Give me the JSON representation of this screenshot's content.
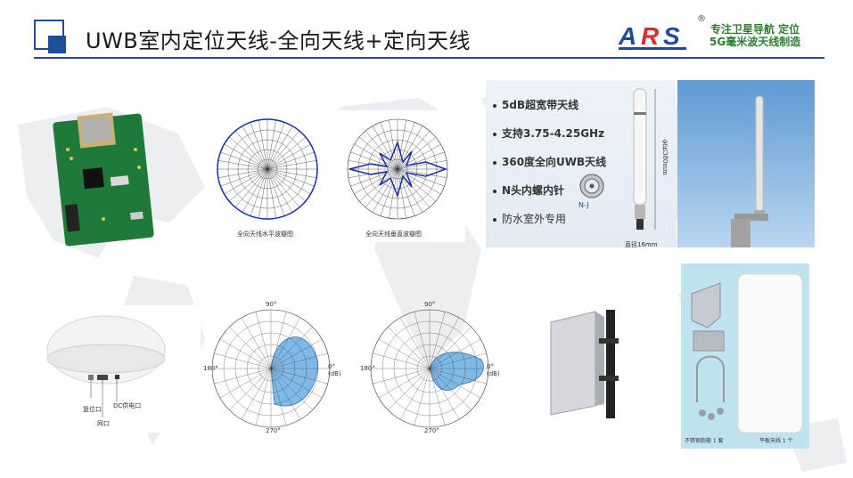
{
  "header": {
    "title": "UWB室内定位天线-全向天线+定向天线",
    "logo_text": "ARS",
    "registered_mark": "®",
    "slogan_line1": "专注卫星导航 定位",
    "slogan_line2": "5G毫米波天线制造"
  },
  "top_row": {
    "pattern_captions": [
      "全向天线水平波瓣图",
      "全向天线垂直波瓣图"
    ],
    "specs": [
      "5dB超宽带天线",
      "支持3.75-4.25GHz",
      "360度全向UWB天线",
      "N头内螺内针",
      "防水室外专用"
    ],
    "connector_label": "N-J",
    "length_label": "全长380mm",
    "diameter_label": "直径16mm"
  },
  "bottom_row": {
    "router_labels": [
      "复位口",
      "DC供电口",
      "网口"
    ],
    "polar_labels": {
      "top": "90°",
      "bottom": "270°",
      "left": "180°",
      "right": "0°",
      "unit": "(dB)"
    },
    "kit_labels": [
      "不锈钢抱箍 1 套",
      "平板天线 1 个"
    ]
  },
  "colors": {
    "brand_blue": "#1f4e99",
    "logo_red": "#d32f2f",
    "slogan_green": "#2e7d32",
    "polar_fill": "#7fb9e6",
    "pattern_line": "#1a2fa0"
  }
}
